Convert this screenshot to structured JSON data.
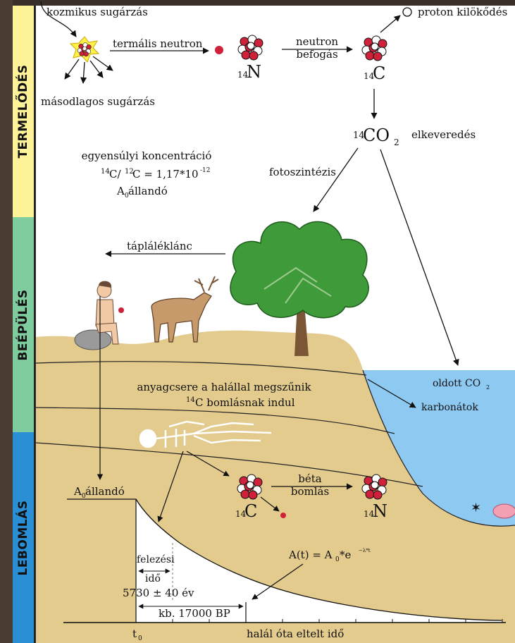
{
  "stages": [
    {
      "label": "TERMELŐDÉS",
      "color": "#fff39a"
    },
    {
      "label": "BEÉPÜLÉS",
      "color": "#7fcc9e"
    },
    {
      "label": "LEBOMLÁS",
      "color": "#2b8fd6"
    }
  ],
  "production": {
    "cosmic_ray": "kozmikus sugárzás",
    "thermal_neutron": "termális neutron",
    "secondary_radiation": "másodlagos sugárzás",
    "n14": "N",
    "n14_mass": "14",
    "neutron_capture_1": "neutron",
    "neutron_capture_2": "befogás",
    "c14": "C",
    "c14_mass": "14",
    "proton": "proton kilökődés",
    "co2": "CO",
    "co2_mass": "14",
    "co2_sub": "2",
    "mixing": "elkeveredés",
    "equilibrium": "egyensúlyi koncentráció",
    "ratio_part1": "C/",
    "ratio_mass1": "14",
    "ratio_mass2": "12",
    "ratio_part2": "C = 1,17*10",
    "ratio_exp": "-12",
    "a0_const": "A",
    "a0_sub": "0",
    "a0_const_rest": " állandó",
    "photosynthesis": "fotoszintézis"
  },
  "incorporation": {
    "food_chain": "tápláléklánc",
    "dissolved_co2": "oldott CO",
    "dissolved_sub": "2",
    "carbonates": "karbonátok",
    "metabolism_stops": "anyagcsere a halállal megszűnik",
    "decay_starts_mass": "14",
    "decay_starts": "C bomlásnak indul"
  },
  "decay": {
    "a0_level": "A",
    "a0_sub": "0",
    "a0_rest": " állandó",
    "beta_1": "béta",
    "beta_2": "bomlás",
    "c14": "C",
    "c14_mass": "14",
    "n14": "N",
    "n14_mass": "14",
    "formula_a": "A(t) = A",
    "formula_sub": "0",
    "formula_b": "*e",
    "formula_exp": "−λ*t",
    "half_life_1": "felezési",
    "half_life_2": "idő",
    "half_life_value": "5730 ± 40 év",
    "bp_value": "kb. 17000 BP",
    "t0": "t",
    "t0_sub": "0",
    "xlabel": "halál óta eltelt idő"
  },
  "colors": {
    "sky": "#ffffff",
    "ground": "#e3ca8d",
    "water": "#8ec9f2",
    "tree": "#3f9a3a",
    "trunk": "#7a5636",
    "proton_red": "#d0213a",
    "deer": "#c79a6b"
  }
}
